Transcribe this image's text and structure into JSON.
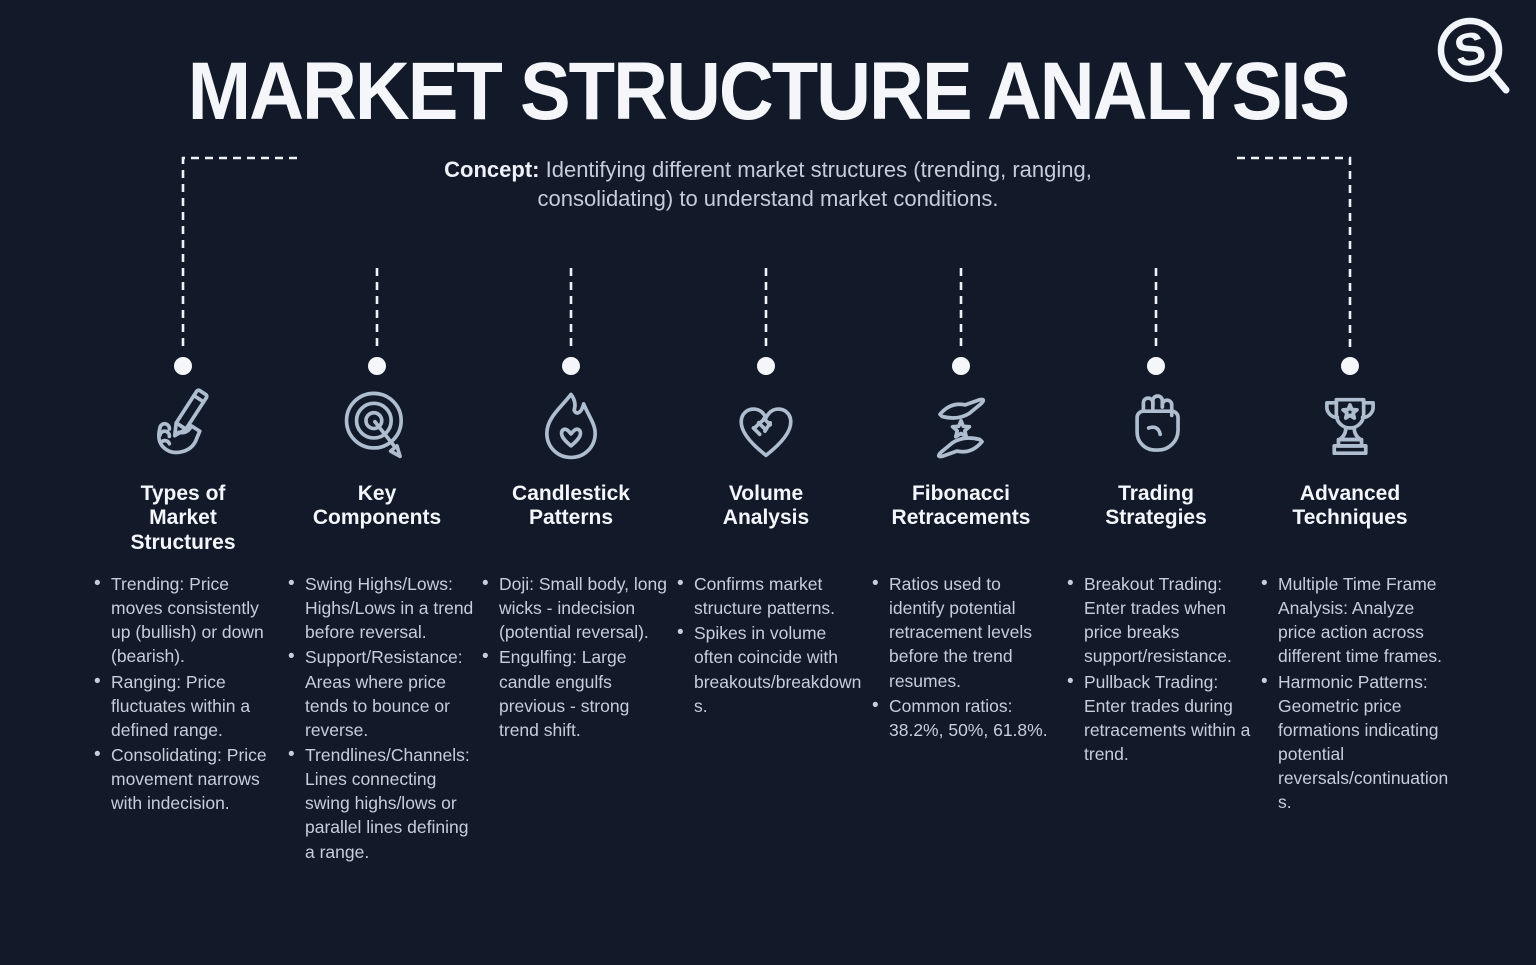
{
  "page": {
    "title": "MARKET STRUCTURE ANALYSIS",
    "concept_label": "Concept:",
    "concept_text": "Identifying different market structures (trending, ranging, consolidating) to understand market conditions.",
    "logo_letter": "S"
  },
  "colors": {
    "background": "#121a29",
    "title_text": "#f4f6fa",
    "heading_text": "#f3f6fa",
    "body_text": "#c6cedc",
    "icon_stroke": "#aebdd0",
    "connector": "#eef2f7"
  },
  "columns": [
    {
      "icon": "hand-pencil-icon",
      "title": "Types of\nMarket\nStructures",
      "bullets": [
        "Trending: Price moves consistently up (bullish) or down (bearish).",
        "Ranging: Price fluctuates within a defined range.",
        "Consolidating: Price movement narrows with indecision."
      ]
    },
    {
      "icon": "target-arrow-icon",
      "title": "Key\nComponents",
      "bullets": [
        "Swing Highs/Lows: Highs/Lows in a trend before reversal.",
        "Support/Resistance: Areas where price tends to bounce or reverse.",
        "Trendlines/Channels: Lines connecting swing highs/lows or parallel lines defining a range."
      ]
    },
    {
      "icon": "flame-heart-icon",
      "title": "Candlestick\nPatterns",
      "bullets": [
        "Doji: Small body, long wicks - indecision (potential reversal).",
        "Engulfing: Large candle engulfs previous - strong trend shift."
      ]
    },
    {
      "icon": "handshake-heart-icon",
      "title": "Volume\nAnalysis",
      "bullets": [
        "Confirms market structure patterns.",
        "Spikes in volume often coincide with breakouts/breakdowns."
      ]
    },
    {
      "icon": "hands-star-icon",
      "title": "Fibonacci\nRetracements",
      "bullets": [
        "Ratios used to identify potential retracement levels before the trend resumes.",
        "Common ratios: 38.2%, 50%, 61.8%."
      ]
    },
    {
      "icon": "fist-icon",
      "title": "Trading\nStrategies",
      "bullets": [
        "Breakout Trading: Enter trades when price breaks support/resistance.",
        "Pullback Trading: Enter trades during retracements within a trend."
      ]
    },
    {
      "icon": "trophy-star-icon",
      "title": "Advanced\nTechniques",
      "bullets": [
        "Multiple Time Frame Analysis: Analyze price action across different time frames.",
        "Harmonic Patterns: Geometric price formations indicating potential reversals/continuations."
      ]
    }
  ]
}
